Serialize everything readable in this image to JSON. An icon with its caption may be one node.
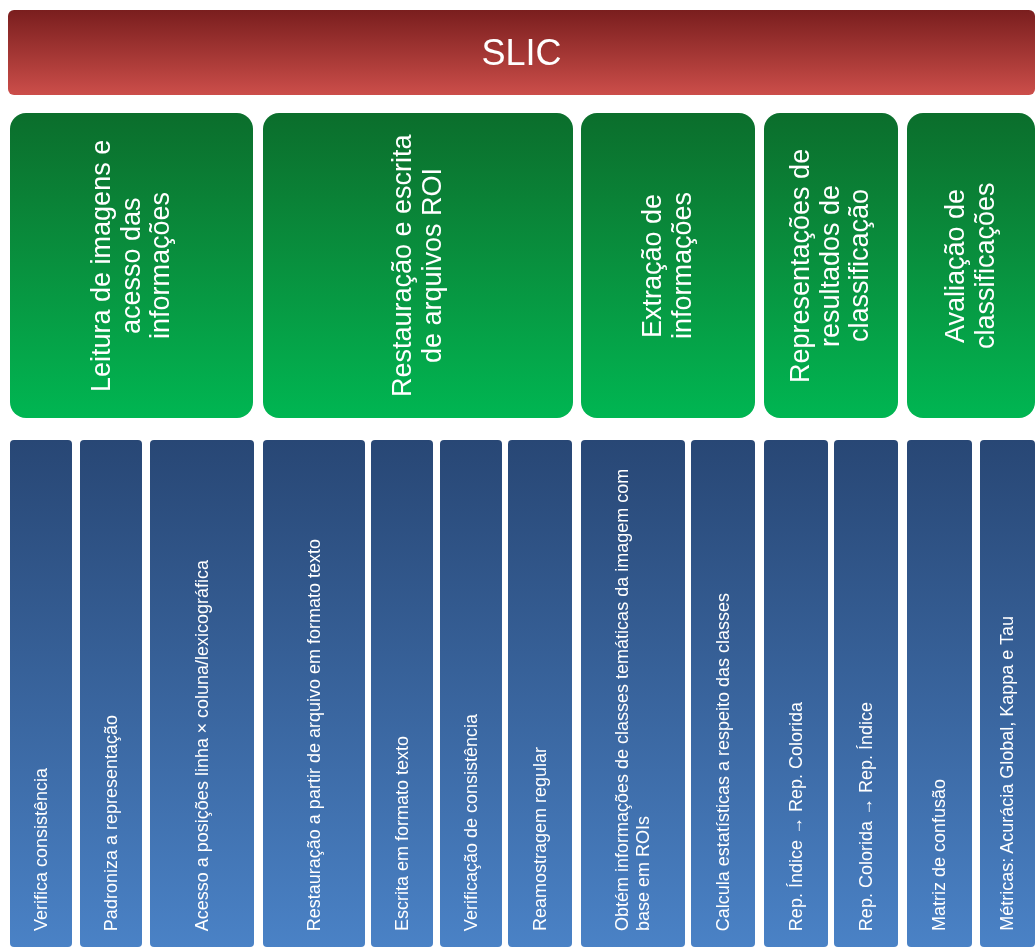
{
  "diagram": {
    "nodes": [
      {
        "text": [
          "SLIC"
        ]
      },
      {
        "text": [
          "Leitura de imagens e acesso das informações"
        ]
      },
      {
        "text": [
          "Restauração e escrita de arquivos ROI"
        ]
      },
      {
        "text": [
          "Extração de informações"
        ]
      },
      {
        "text": [
          "Representações de resultados de classificação"
        ]
      },
      {
        "text": [
          "Avaliação de classificações"
        ]
      },
      {
        "text": [
          "Verifica consistência"
        ]
      },
      {
        "text": [
          "Padroniza a representação"
        ]
      },
      {
        "text": [
          "Acesso a posições linha×coluna/lexicográfica"
        ]
      },
      {
        "text": [
          "Restauração a partir de arquivo em formato texto"
        ]
      },
      {
        "text": [
          "Escrita em formato texto"
        ]
      },
      {
        "text": [
          "Verificação de consistência"
        ]
      },
      {
        "text": [
          "Reamostragem regular"
        ]
      },
      {
        "text": [
          "Obtém informações de classes temáticas da imagem com base em ROIs"
        ]
      },
      {
        "text": [
          "Calcula estatísticas a respeito das classes"
        ]
      },
      {
        "text": [
          "Rep. Índice → Rep. Colorida"
        ]
      },
      {
        "text": [
          "Rep. Colorida → Rep. Índice"
        ]
      },
      {
        "text": [
          "Matriz de confusão"
        ]
      },
      {
        "text": [
          "Métricas: Acurácia Global, Kappa e Tau"
        ]
      }
    ],
    "edges": []
  }
}
